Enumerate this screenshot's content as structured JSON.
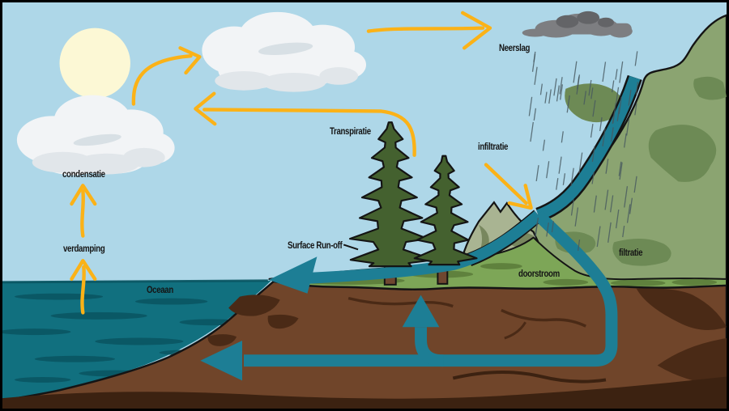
{
  "labels": {
    "condensatie": "condensatie",
    "verdamping": "verdamping",
    "oceaan": "Oceaan",
    "transpiratie": "Transpiratie",
    "neerslag": "Neerslag",
    "infiltratie": "infiltratie",
    "surface_runoff": "Surface Run-off",
    "doorstroom": "doorstroom",
    "filtratie": "filtratie"
  },
  "colors": {
    "sky": "#aed7e8",
    "sun": "#fcf8d5",
    "cloud": "#f2f4f6",
    "cloud_shadow": "#e1e6ea",
    "cloud_lens": "#d8e0e5",
    "rain_cloud": "#7d7e81",
    "rain_cloud_dark": "#636467",
    "rain": "#47585f",
    "arrow_yellow": "#fbb217",
    "water_flow": "#1d7e95",
    "ocean": "#11707f",
    "ocean_dark": "#0a5663",
    "grass": "#7da657",
    "grass_dark": "#5f813d",
    "mountain": "#8ba471",
    "mountain_dark": "#6d8a55",
    "foothill": "#a9b492",
    "foothill_dark": "#78875e",
    "soil": "#70452a",
    "soil_dark": "#4a2a16",
    "soil_deep": "#3c2211",
    "tree": "#44612f",
    "trunk": "#6f4730",
    "outline": "#141414"
  }
}
